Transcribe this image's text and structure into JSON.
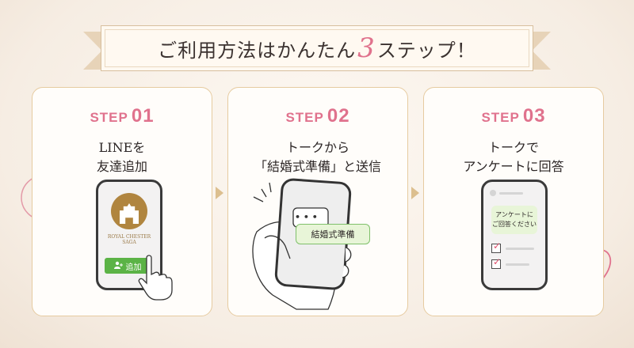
{
  "header": {
    "title_pre": "ご利用方法はかんたん",
    "title_num": "3",
    "title_post": "ステップ！"
  },
  "steps": [
    {
      "label": "STEP",
      "num": "01",
      "line1": "LINEを",
      "line2": "友達追加"
    },
    {
      "label": "STEP",
      "num": "02",
      "line1": "トークから",
      "line2": "「結婚式準備」と送信"
    },
    {
      "label": "STEP",
      "num": "03",
      "line1": "トークで",
      "line2": "アンケートに回答"
    }
  ],
  "phone1": {
    "logo_line1": "ROYAL CHESTER",
    "logo_line2": "SAGA",
    "add_label": "追加"
  },
  "phone2": {
    "chat_typing": "• • •",
    "sent_text": "結婚式準備"
  },
  "phone3": {
    "question_line1": "アンケートに",
    "question_line2": "ご回答ください"
  },
  "colors": {
    "accent_pink": "#e0728d",
    "line_green": "#5bb346",
    "gold": "#dcbf8f"
  },
  "icons": [
    "heart-icon",
    "person-icon",
    "hand-pointer-icon",
    "check-icon",
    "arrow-right-icon"
  ]
}
